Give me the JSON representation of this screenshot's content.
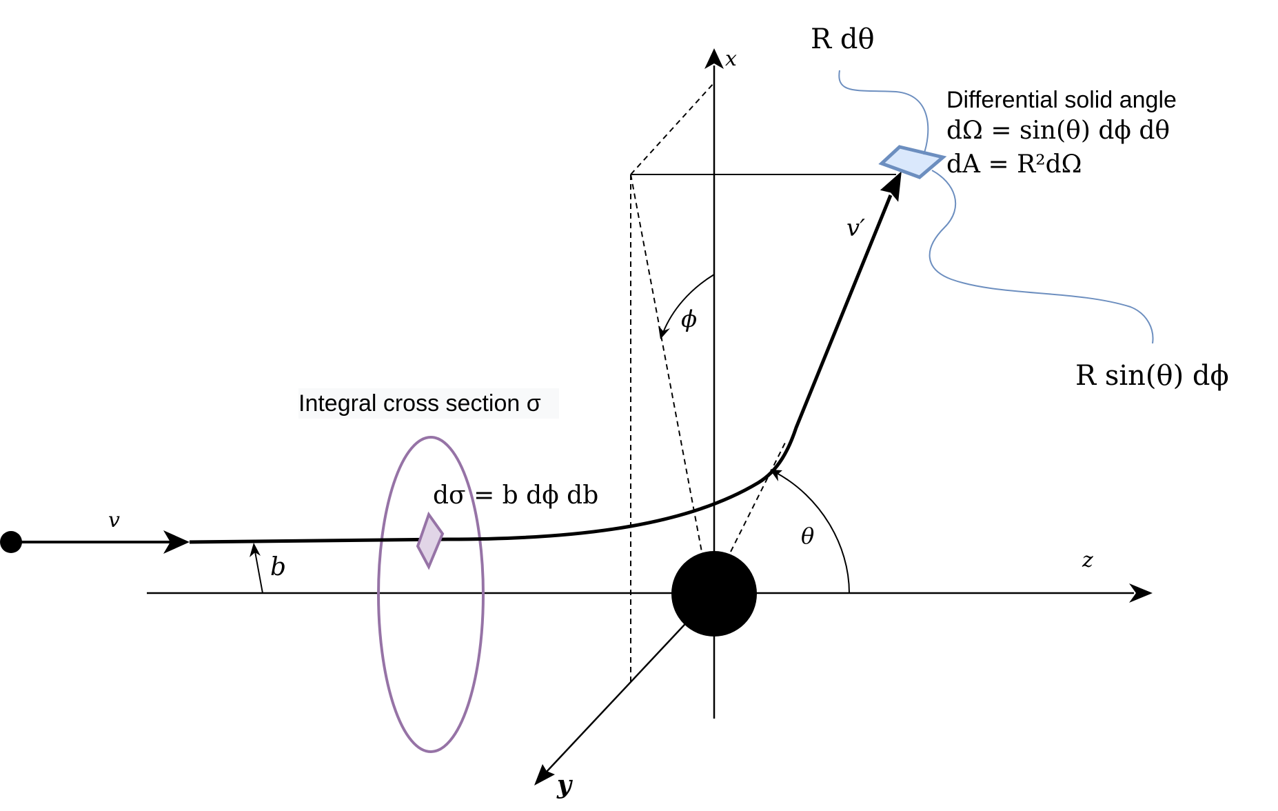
{
  "labels": {
    "x_axis": "x",
    "y_axis": "y",
    "z_axis": "z",
    "incoming_velocity": "v",
    "outgoing_velocity": "v′",
    "impact_parameter": "b",
    "azimuth_angle": "ϕ",
    "scattering_angle": "θ",
    "cross_section_title": "Integral cross section σ",
    "d_sigma": "dσ = b dϕ db",
    "solid_angle_title": "Differential solid angle",
    "d_omega": "dΩ = sin(θ) dϕ dθ",
    "d_area": "dA = R²dΩ",
    "r_dtheta": "R dθ",
    "r_sin_dphi": "R sin(θ) dϕ"
  },
  "colors": {
    "line": "#000000",
    "cross_section_stroke": "#9673a6",
    "cross_section_fill": "#e1d5e7",
    "solid_angle_stroke": "#6c8ebf",
    "solid_angle_fill": "#dae8fc",
    "label_background": "#f8f9fa"
  }
}
